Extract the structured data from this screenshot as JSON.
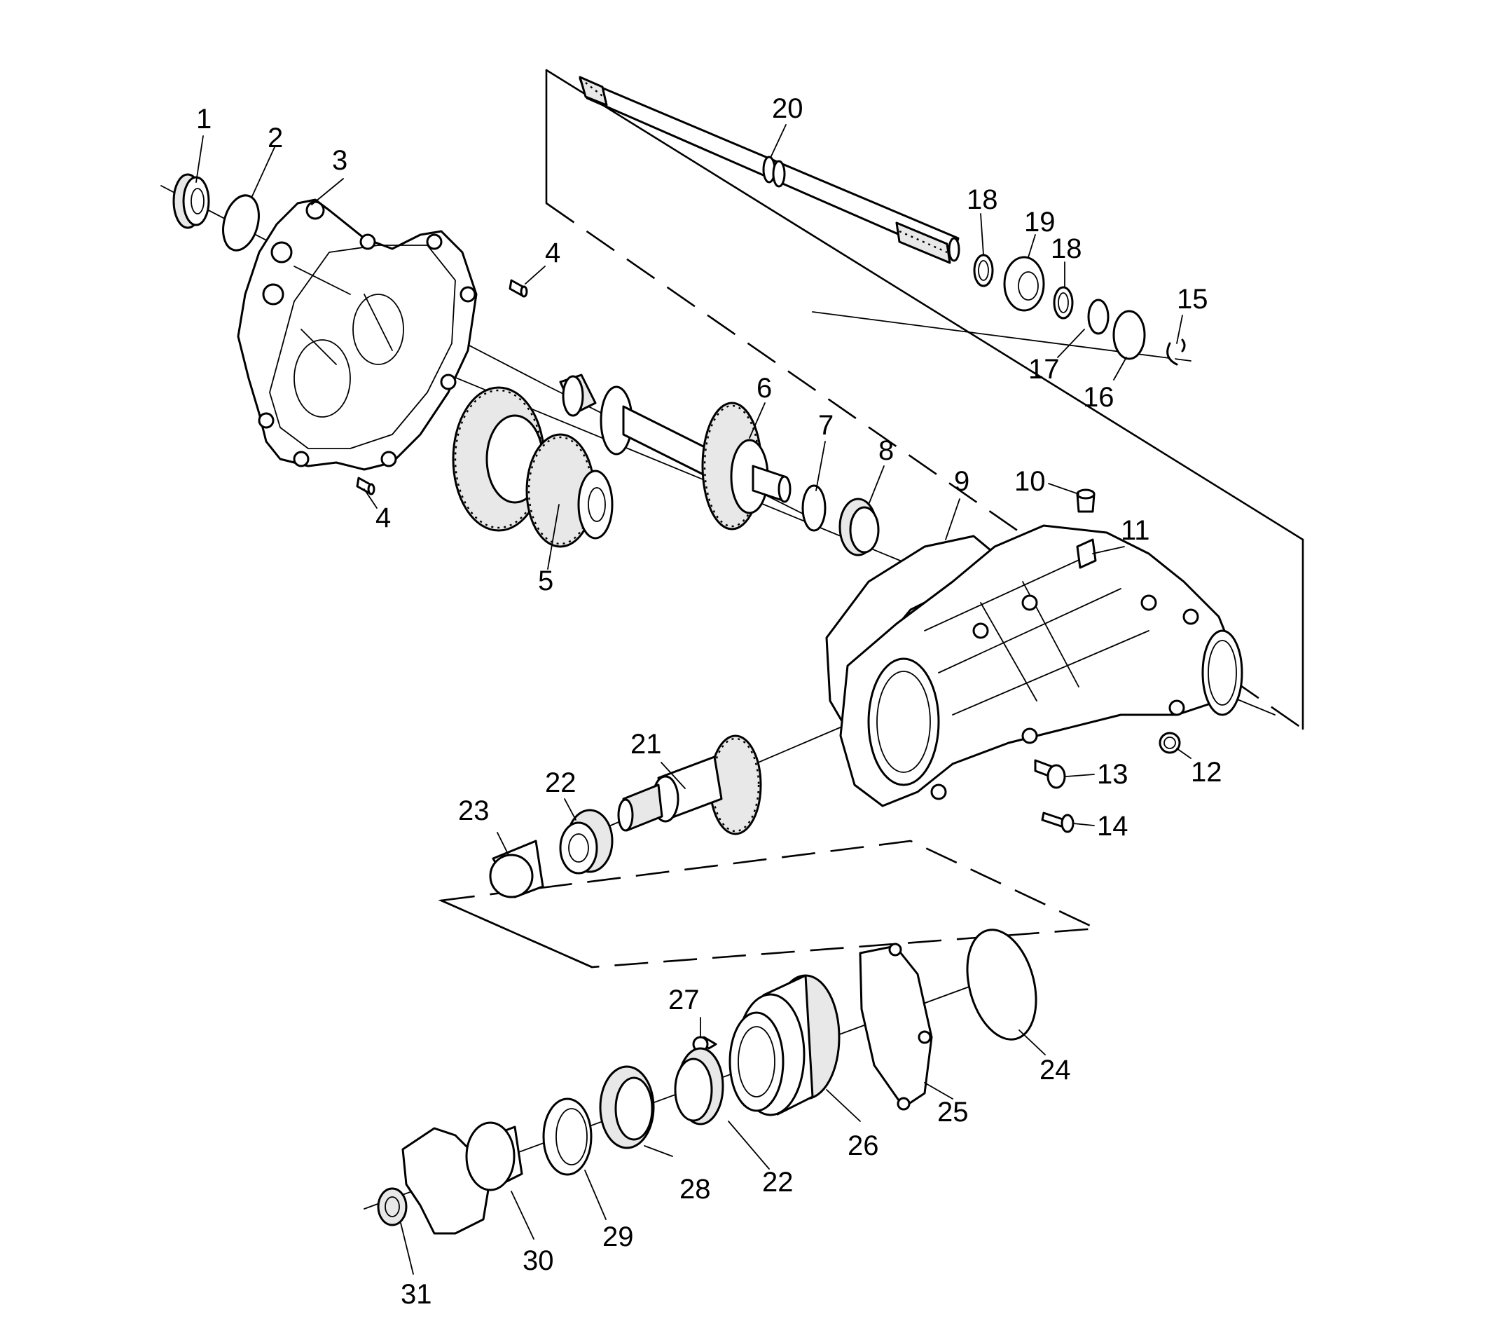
{
  "callouts": [
    {
      "id": "c1",
      "text": "1"
    },
    {
      "id": "c2",
      "text": "2"
    },
    {
      "id": "c3",
      "text": "3"
    },
    {
      "id": "c4a",
      "text": "4"
    },
    {
      "id": "c4b",
      "text": "4"
    },
    {
      "id": "c5",
      "text": "5"
    },
    {
      "id": "c6",
      "text": "6"
    },
    {
      "id": "c7",
      "text": "7"
    },
    {
      "id": "c8",
      "text": "8"
    },
    {
      "id": "c9",
      "text": "9"
    },
    {
      "id": "c10",
      "text": "10"
    },
    {
      "id": "c11",
      "text": "11"
    },
    {
      "id": "c12",
      "text": "12"
    },
    {
      "id": "c13",
      "text": "13"
    },
    {
      "id": "c14",
      "text": "14"
    },
    {
      "id": "c15",
      "text": "15"
    },
    {
      "id": "c16",
      "text": "16"
    },
    {
      "id": "c17",
      "text": "17"
    },
    {
      "id": "c18a",
      "text": "18"
    },
    {
      "id": "c18b",
      "text": "18"
    },
    {
      "id": "c19",
      "text": "19"
    },
    {
      "id": "c20",
      "text": "20"
    },
    {
      "id": "c21",
      "text": "21"
    },
    {
      "id": "c22a",
      "text": "22"
    },
    {
      "id": "c22b",
      "text": "22"
    },
    {
      "id": "c23",
      "text": "23"
    },
    {
      "id": "c24",
      "text": "24"
    },
    {
      "id": "c25",
      "text": "25"
    },
    {
      "id": "c26",
      "text": "26"
    },
    {
      "id": "c27",
      "text": "27"
    },
    {
      "id": "c28",
      "text": "28"
    },
    {
      "id": "c29",
      "text": "29"
    },
    {
      "id": "c30",
      "text": "30"
    },
    {
      "id": "c31",
      "text": "31"
    }
  ]
}
